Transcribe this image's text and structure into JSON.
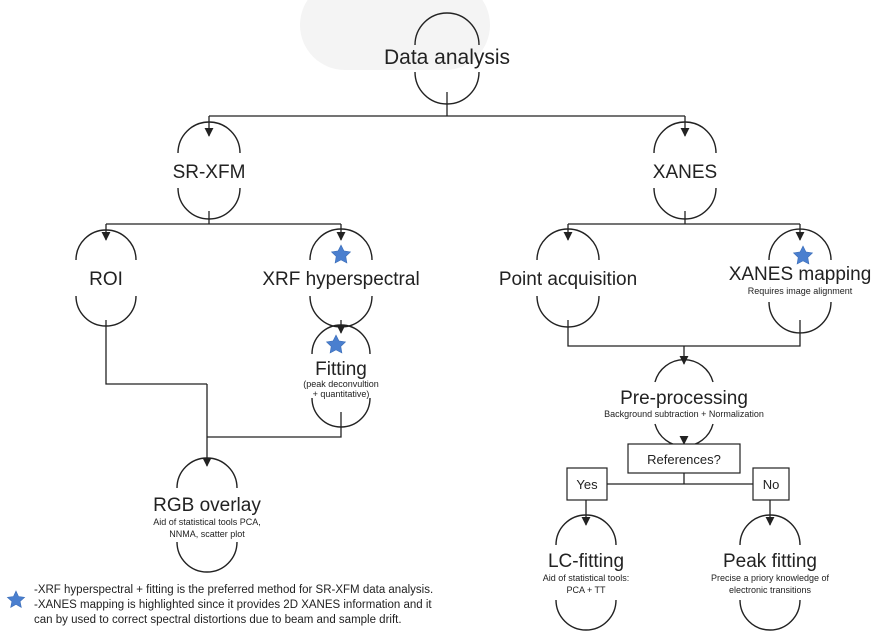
{
  "nodes": {
    "data_analysis": "Data analysis",
    "sr_xfm": "SR-XFM",
    "xanes": "XANES",
    "roi": "ROI",
    "xrf_hyperspectral": "XRF hyperspectral",
    "point_acquisition": "Point acquisition",
    "xanes_mapping": "XANES mapping",
    "xanes_mapping_note": "Requires image alignment",
    "fitting": "Fitting",
    "fitting_note_1": "(peak deconvultion",
    "fitting_note_2": "+ quantitative)",
    "preprocessing": "Pre-processing",
    "preprocessing_note": "Background subtraction + Normalization",
    "references": "References?",
    "yes": "Yes",
    "no": "No",
    "rgb_overlay": "RGB overlay",
    "rgb_note_1": "Aid of statistical tools PCA,",
    "rgb_note_2": "NNMA, scatter plot",
    "lc_fitting": "LC-fitting",
    "lc_note_1": "Aid of statistical tools:",
    "lc_note_2": "PCA + TT",
    "peak_fitting": "Peak fitting",
    "peak_note_1": "Precise a priory knowledge of",
    "peak_note_2": "electronic transitions"
  },
  "legend": {
    "line_1": "-XRF hyperspectral + fitting is the preferred method for SR-XFM data analysis.",
    "line_2": "-XANES mapping is highlighted since it provides 2D XANES information and it",
    "line_3": "can by used to correct spectral distortions due to beam and sample drift."
  },
  "colors": {
    "star": "#4a7fcf",
    "line": "#222222",
    "background": "#ffffff"
  },
  "icons": {
    "highlight_marker": "star-icon"
  }
}
